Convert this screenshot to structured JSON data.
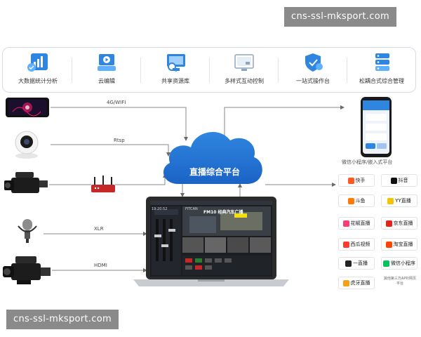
{
  "watermarks": {
    "top": "cns-ssl-mksport.com",
    "bottom": "cns-ssl-mksport.com"
  },
  "features": [
    {
      "label": "大数据统计分析",
      "icon": "chart-icon"
    },
    {
      "label": "云编辑",
      "icon": "play-folder-icon"
    },
    {
      "label": "共享资源库",
      "icon": "search-monitor-icon"
    },
    {
      "label": "多样式互动控制",
      "icon": "display-icon"
    },
    {
      "label": "一站式操作台",
      "icon": "shield-icon"
    },
    {
      "label": "松耦合式综合管理",
      "icon": "server-stack-icon"
    }
  ],
  "links": {
    "wifi": "4G/WIFI",
    "rtsp": "Rtsp",
    "xlr": "XLR",
    "hdmi": "HDMI"
  },
  "cloud": {
    "label": "直播综合平台"
  },
  "phone": {
    "caption": "微信小程序/嵌入式平台"
  },
  "platforms": [
    {
      "label": "快手",
      "color": "#ff5a1f"
    },
    {
      "label": "抖音",
      "color": "#111111"
    },
    {
      "label": "斗鱼",
      "color": "#ff7a00"
    },
    {
      "label": "YY直播",
      "color": "#f5c400"
    },
    {
      "label": "花椒直播",
      "color": "#ff3c6e"
    },
    {
      "label": "京东直播",
      "color": "#e1251b"
    },
    {
      "label": "西瓜视频",
      "color": "#ff3b30"
    },
    {
      "label": "淘宝直播",
      "color": "#ff4400"
    },
    {
      "label": "一直播",
      "color": "#222222"
    },
    {
      "label": "微信小程序",
      "color": "#07c160"
    },
    {
      "label": "虎牙直播",
      "color": "#f9a01b"
    }
  ],
  "other_platforms": "其他第三方APP/网页平台",
  "laptop_screen": {
    "brand": "FITCAN",
    "title": "FM10 经典汽车广播",
    "time": "19:20:52"
  }
}
